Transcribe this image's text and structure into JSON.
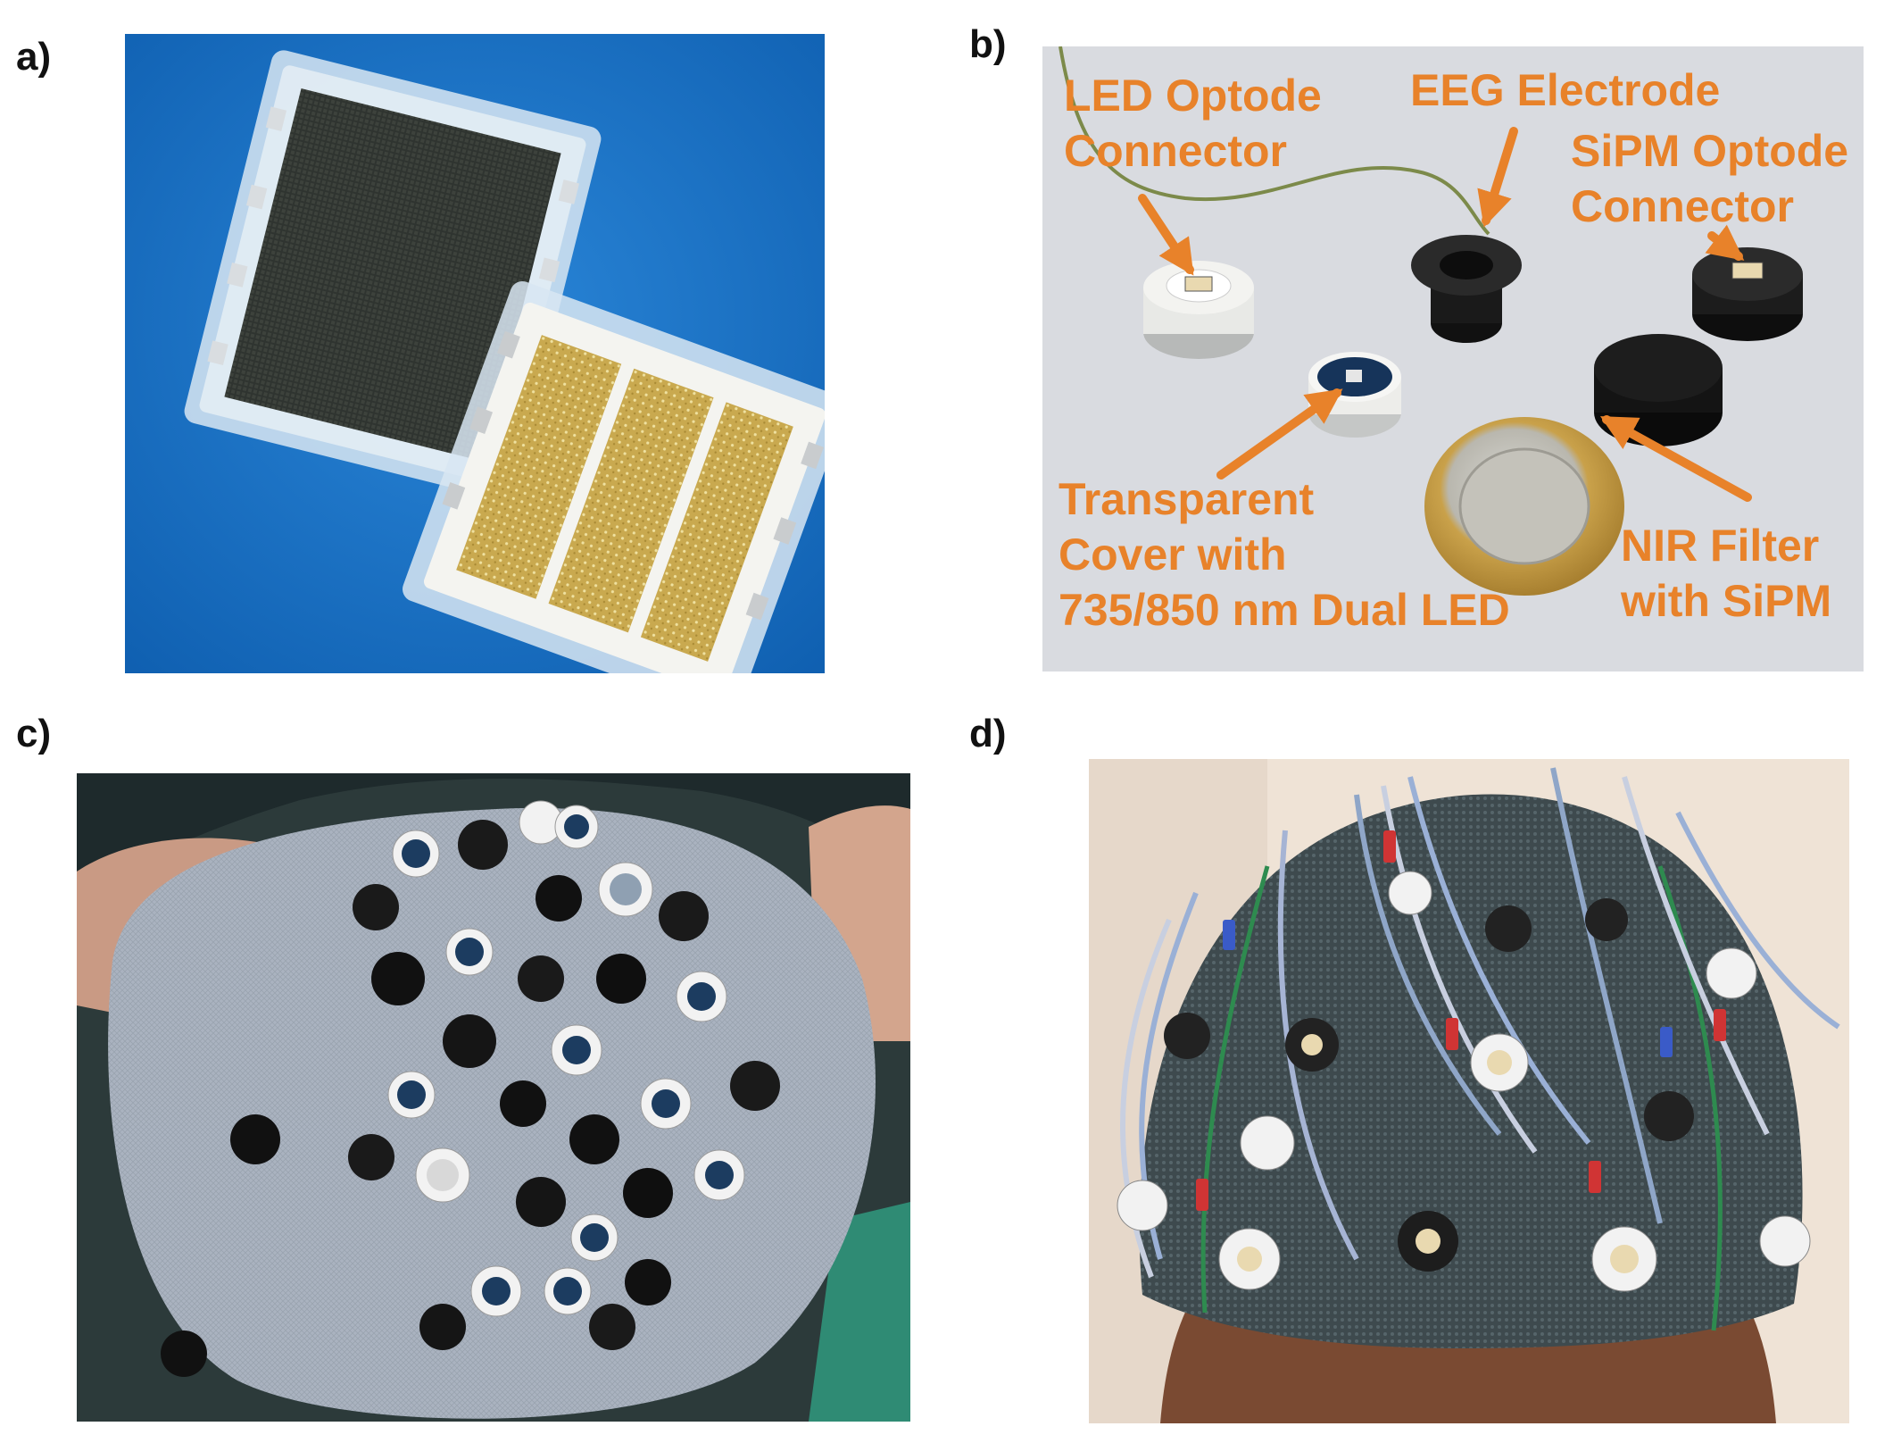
{
  "panels": {
    "a": {
      "label": "a)"
    },
    "b": {
      "label": "b)",
      "annotations": {
        "led_connector": {
          "line1": "LED Optode",
          "line2": "Connector"
        },
        "eeg_electrode": {
          "line1": "EEG Electrode"
        },
        "sipm_connector": {
          "line1": "SiPM Optode",
          "line2": "Connector"
        },
        "transparent_cover": {
          "line1": "Transparent",
          "line2": "Cover with",
          "line3": "735/850 nm Dual LED"
        },
        "nir_filter": {
          "line1": "NIR Filter",
          "line2": "with SiPM"
        }
      }
    },
    "c": {
      "label": "c)"
    },
    "d": {
      "label": "d)"
    }
  },
  "colors": {
    "annotation_orange": "#e8822a",
    "panel_a_background": "#1a74c6",
    "panel_b_background": "#d9dbe0",
    "panel_c_cap": "#a9b2bf",
    "panel_d_cap": "#3e4a4e"
  }
}
